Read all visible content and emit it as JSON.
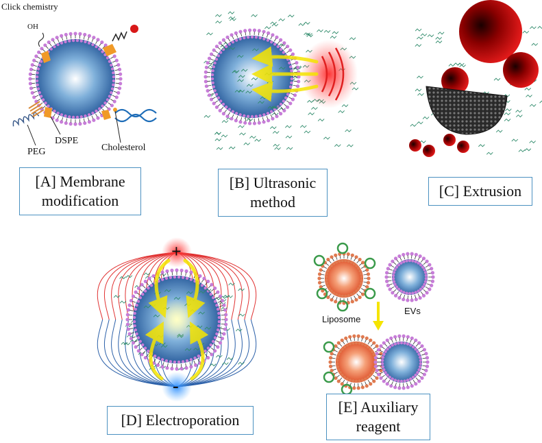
{
  "panel_a": {
    "top_label": "Click chemistry",
    "oh_label": "OH",
    "dspe_label": "DSPE",
    "peg_label": "PEG",
    "cholesterol_label": "Cholesterol",
    "caption_line1": "[A] Membrane",
    "caption_line2": "modification"
  },
  "panel_b": {
    "caption_line1": "[B] Ultrasonic",
    "caption_line2": "method"
  },
  "panel_c": {
    "caption": "[C] Extrusion"
  },
  "panel_d": {
    "plus_sign": "+",
    "minus_sign": "-",
    "caption": "[D] Electroporation"
  },
  "panel_e": {
    "liposome_label": "Liposome",
    "evs_label": "EVs",
    "caption_line1": "[E] Auxiliary",
    "caption_line2": "reagent"
  },
  "colors": {
    "caption_border": "#4a90c0",
    "vesicle_blue": "#1f5fa8",
    "membrane_pink": "#c77dd8",
    "liposome_orange": "#e8562a",
    "extrusion_red": "#a40000",
    "field_red": "#e03030",
    "field_blue": "#2a5fa8",
    "arrow_yellow": "#f5e400"
  }
}
